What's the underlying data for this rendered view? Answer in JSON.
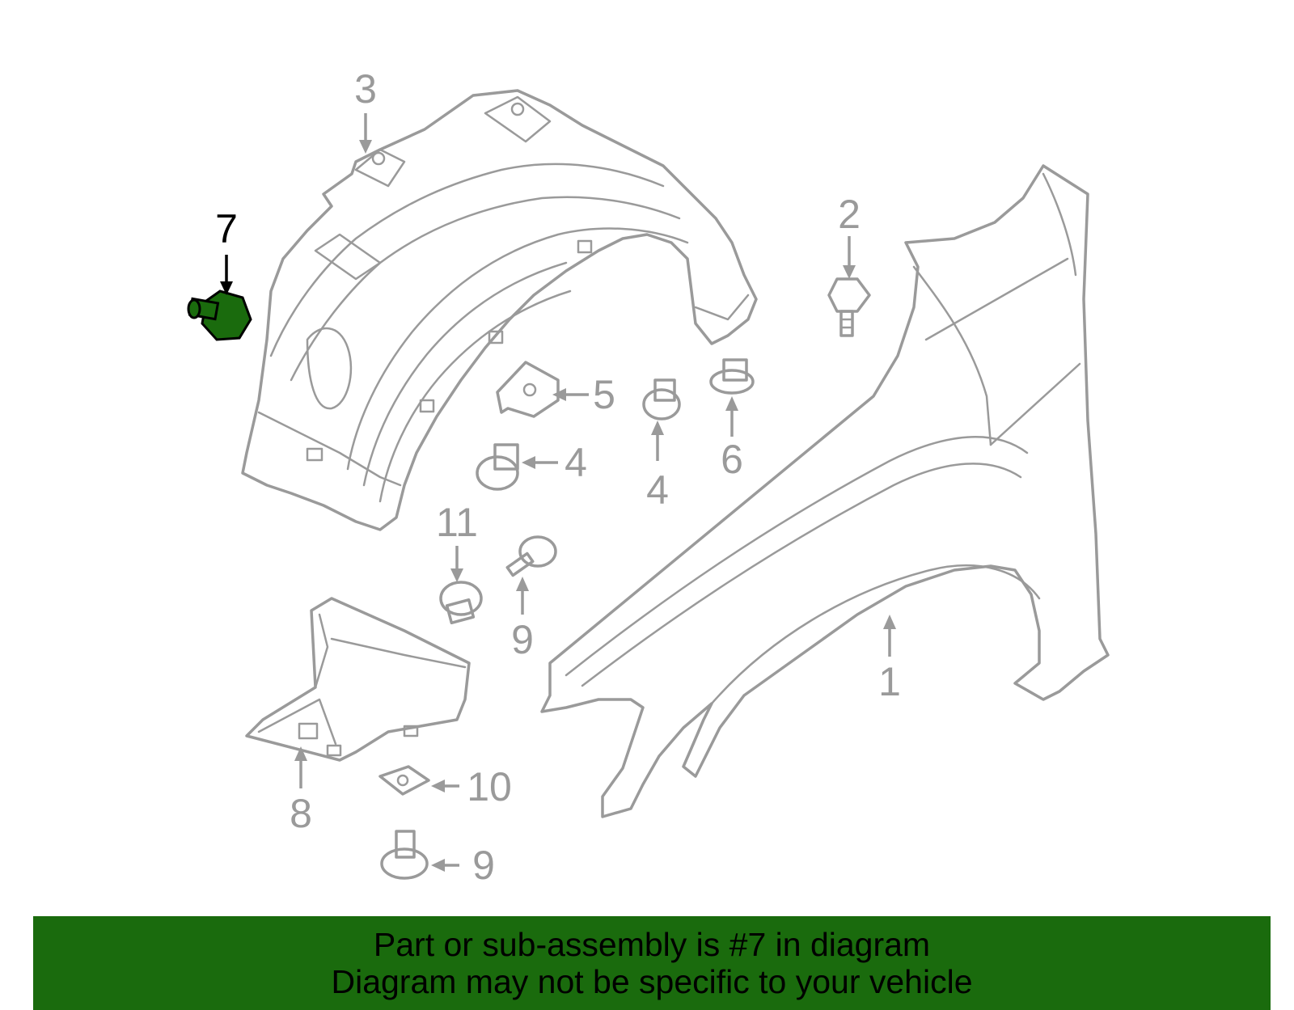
{
  "highlight_color": "#1a6b0d",
  "highlighted_part": "7",
  "callouts": [
    "1",
    "2",
    "3",
    "4",
    "4",
    "5",
    "6",
    "7",
    "8",
    "9",
    "9",
    "10",
    "11"
  ],
  "banner": {
    "line1": "Part or sub-assembly is #7 in diagram",
    "line2": "Diagram may not be specific to your vehicle"
  }
}
